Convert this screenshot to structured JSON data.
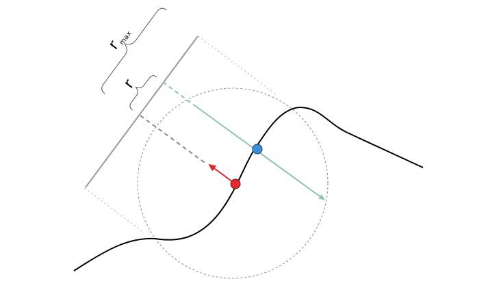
{
  "labels": {
    "r_max_main": "r",
    "r_max_sub": "max",
    "r": "r"
  },
  "colors": {
    "curve": "#000000",
    "circle": "#888888",
    "sensor": "#999999",
    "ray": "#8cc2b0",
    "projection": "#8a8a8a",
    "normal_arrow": "#e0242a",
    "red_point": "#e8282c",
    "blue_point": "#3a8ee0",
    "brace": "#555555"
  },
  "icons": {
    "red_point": "circle-marker",
    "blue_point": "circle-marker",
    "normal_arrow": "arrow",
    "ray_arrow": "arrow"
  }
}
